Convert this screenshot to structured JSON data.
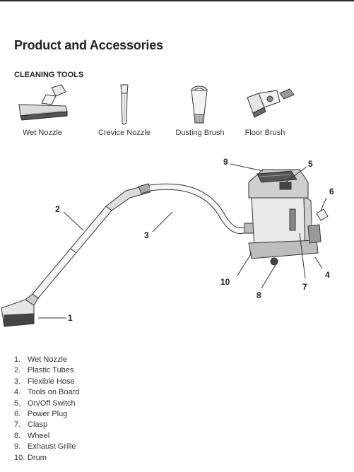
{
  "page": {
    "title": "Product and Accessories",
    "section_heading": "CLEANING TOOLS"
  },
  "tools": [
    {
      "label": "Wet Nozzle",
      "icon": "wet-nozzle-icon"
    },
    {
      "label": "Crevice Nozzle",
      "icon": "crevice-nozzle-icon"
    },
    {
      "label": "Dusting Brush",
      "icon": "dusting-brush-icon"
    },
    {
      "label": "Floor Brush",
      "icon": "floor-brush-icon"
    }
  ],
  "callouts": [
    "1",
    "2",
    "3",
    "4",
    "5",
    "6",
    "7",
    "8",
    "9",
    "10"
  ],
  "parts": [
    {
      "num": "1.",
      "name": "Wet Nozzle"
    },
    {
      "num": "2.",
      "name": "Plastic Tubes"
    },
    {
      "num": "3.",
      "name": "Flexible Hose"
    },
    {
      "num": "4.",
      "name": "Tools on Board"
    },
    {
      "num": "5.",
      "name": "On/Off Switch"
    },
    {
      "num": "6.",
      "name": "Power Plug"
    },
    {
      "num": "7.",
      "name": "Clasp"
    },
    {
      "num": "8.",
      "name": "Wheel"
    },
    {
      "num": "9.",
      "name": "Exhaust Grille"
    },
    {
      "num": "10.",
      "name": "Drum"
    }
  ]
}
